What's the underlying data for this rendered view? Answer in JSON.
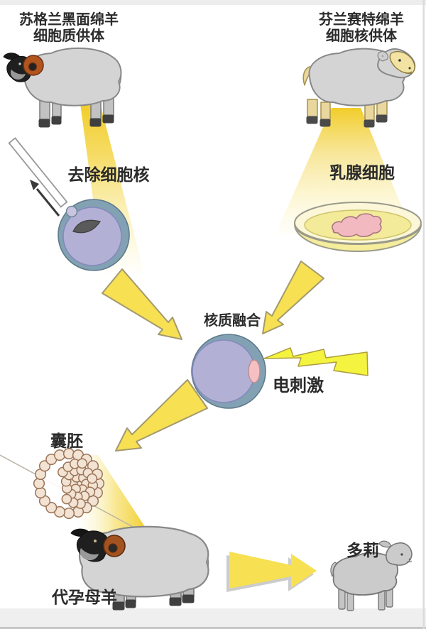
{
  "diagram": {
    "title_left": {
      "line1": "苏格兰黑面绵羊",
      "line2": "细胞质供体"
    },
    "title_right": {
      "line1": "芬兰赛特绵羊",
      "line2": "细胞核供体"
    },
    "steps": {
      "remove_nucleus": "去除细胞核",
      "mammary_cells": "乳腺细胞",
      "fusion": "核质融合",
      "electric_stimulation": "电刺激",
      "blastocyst": "囊胚",
      "surrogate_ewe": "代孕母羊",
      "dolly": "多莉"
    },
    "colors": {
      "beam_yellow": "#f2cd29",
      "arrow_yellow": "#f7e052",
      "bolt_yellow": "#f4f440",
      "cell_ring_blue": "#82a2b4",
      "cell_inner_lavender": "#b3b0d6",
      "donor_cell_pink": "#f6bfc1",
      "tissue_pink": "#f3b9c1",
      "bead_beige": "#f2e3d3",
      "bead_outline_brown": "#9b7459",
      "sheep_gray": "#d4d4d4",
      "blackface_black": "#1f1f1f",
      "horn_brown": "#a3531f",
      "cream_face": "#f2e3a3",
      "text_color": "#2b2b2b"
    }
  }
}
